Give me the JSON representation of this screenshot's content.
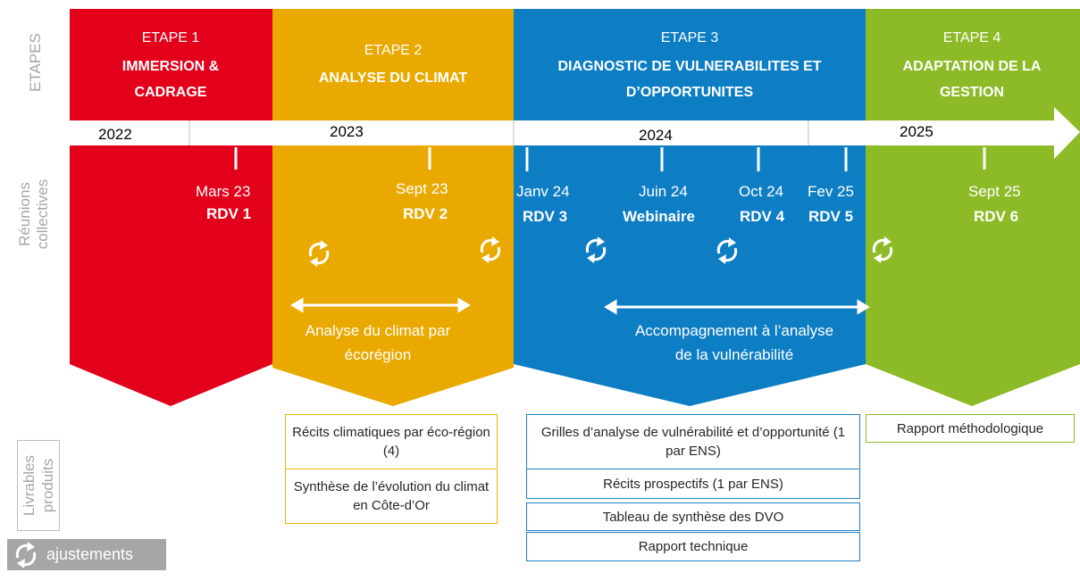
{
  "row_labels": {
    "etapes": "ETAPES",
    "reunions": "Réunions collectives",
    "livrables": "Livrables produits"
  },
  "stages": [
    {
      "label": "ETAPE 1",
      "title": "IMMERSION & CADRAGE",
      "color": "#e2001a"
    },
    {
      "label": "ETAPE 2",
      "title": "ANALYSE DU CLIMAT",
      "color": "#e9a900"
    },
    {
      "label": "ETAPE 3",
      "title": "DIAGNOSTIC DE VULNERABILITES ET D’OPPORTUNITES",
      "color": "#0d7dc4"
    },
    {
      "label": "ETAPE 4",
      "title": "ADAPTATION DE LA GESTION",
      "color": "#8dbb27"
    }
  ],
  "years": [
    "2022",
    "2023",
    "2024",
    "2025"
  ],
  "meetings": [
    {
      "date": "Mars 23",
      "name": "RDV 1"
    },
    {
      "date": "Sept 23",
      "name": "RDV 2"
    },
    {
      "date": "Janv 24",
      "name": "RDV 3"
    },
    {
      "date": "Juin 24",
      "name": "Webinaire"
    },
    {
      "date": "Oct 24",
      "name": "RDV 4"
    },
    {
      "date": "Fev 25",
      "name": "RDV 5"
    },
    {
      "date": "Sept 25",
      "name": "RDV 6"
    }
  ],
  "spans": [
    {
      "text": "Analyse du climat par écorégion"
    },
    {
      "text": "Accompagnement à l’analyse de la vulnérabilité"
    }
  ],
  "deliverables": {
    "etape2": [
      "Récits climatiques par éco-région (4)",
      "Synthèse de l’évolution du climat en Côte-d’Or"
    ],
    "etape3": [
      "Grilles d’analyse de vulnérabilité et d’opportunité (1 par ENS)",
      "Récits prospectifs (1 par ENS)",
      "Tableau de synthèse des DVO",
      "Rapport technique"
    ],
    "etape4": [
      "Rapport méthodologique"
    ]
  },
  "legend": {
    "label": "ajustements",
    "icon": "adjustment-cycle-icon"
  }
}
